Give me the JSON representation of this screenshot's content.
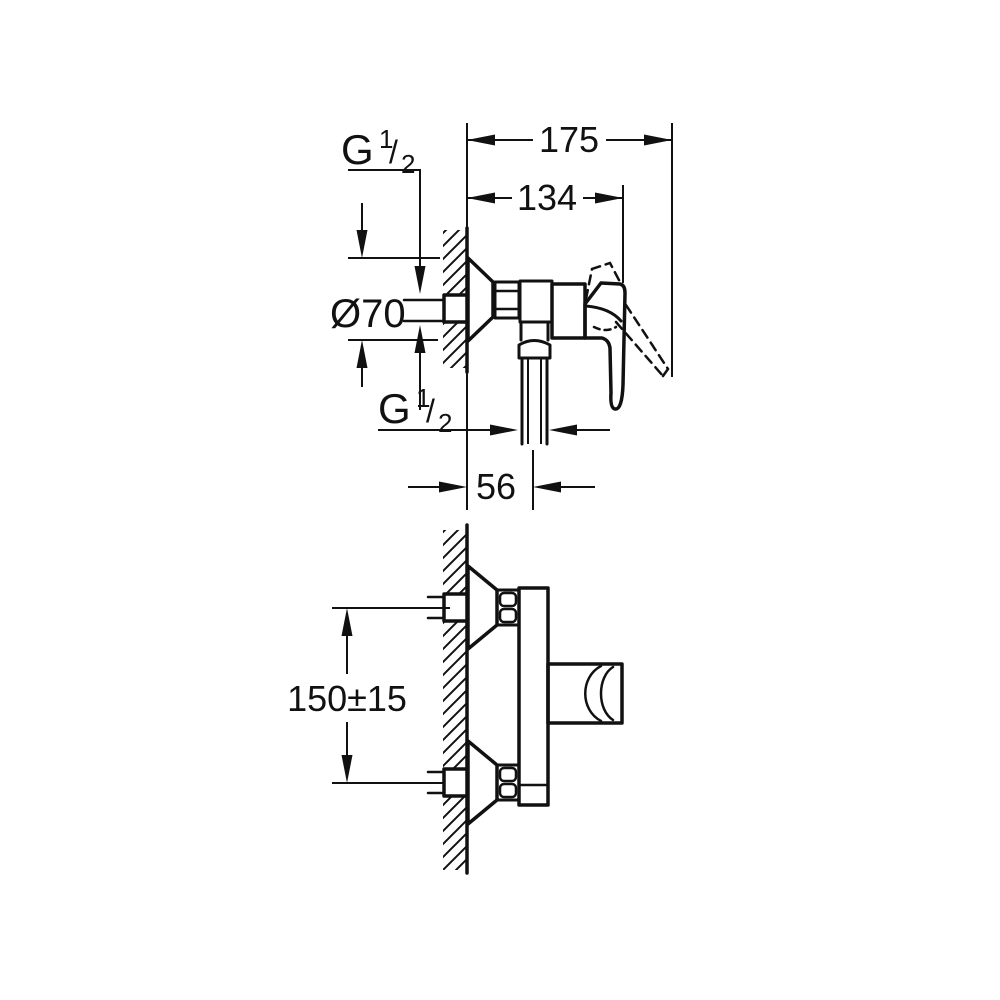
{
  "drawing": {
    "background": "#ffffff",
    "ink": "#111111",
    "side_view": {
      "dim_total_depth": "175",
      "dim_body_depth": "134",
      "dim_escutcheon_diameter": "Ø70",
      "dim_outlet_offset": "56",
      "thread_inlet": {
        "g": "G",
        "num": "1",
        "slash": "/",
        "den": "2"
      },
      "thread_outlet": {
        "g": "G",
        "num": "1",
        "slash": "/",
        "den": "2"
      }
    },
    "front_view": {
      "dim_inlet_spacing": "150±15"
    }
  }
}
